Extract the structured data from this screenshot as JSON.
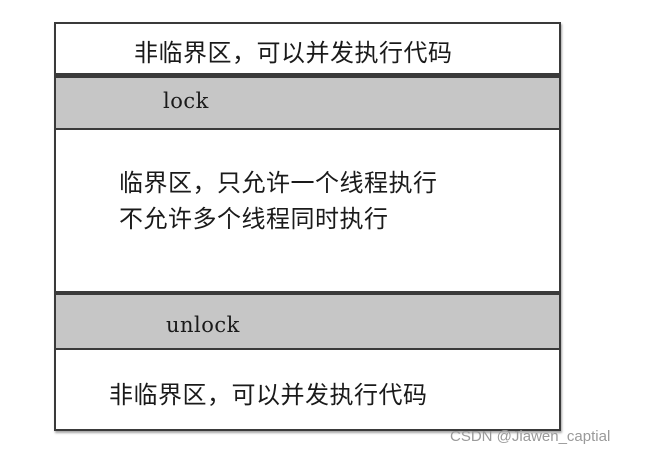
{
  "diagram": {
    "top_section": {
      "text": "非临界区，可以并发执行代码"
    },
    "lock_section": {
      "text": "lock"
    },
    "critical_section": {
      "line1": "临界区，只允许一个线程执行",
      "line2": "不允许多个线程同时执行"
    },
    "unlock_section": {
      "text": "unlock"
    },
    "bottom_section": {
      "text": "非临界区，可以并发执行代码"
    }
  },
  "watermark": "CSDN @Jiawen_captial",
  "colors": {
    "band_fill": "#c6c6c6",
    "border": "#3a3a3a",
    "text": "#1a1a1a"
  }
}
